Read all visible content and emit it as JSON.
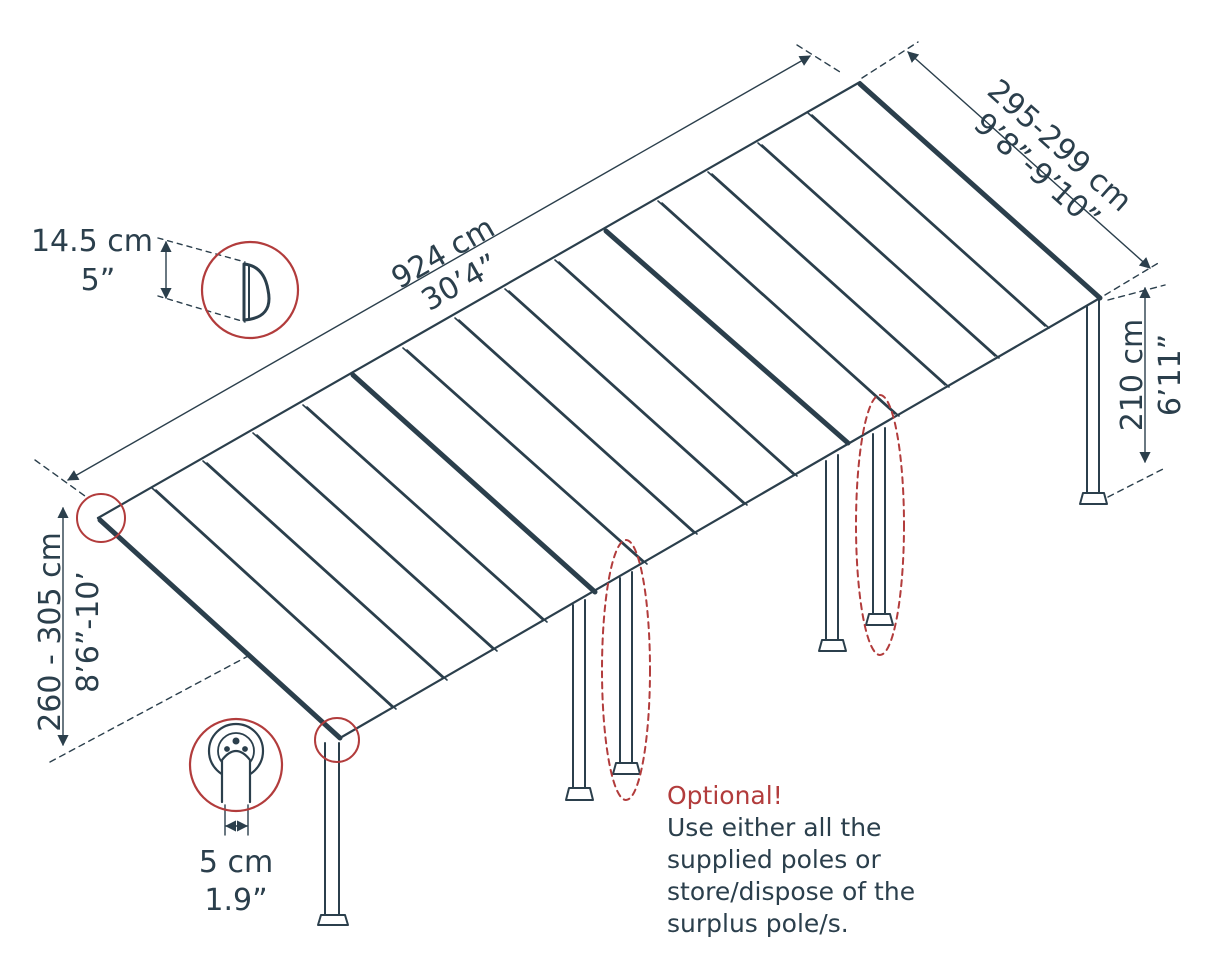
{
  "colors": {
    "line": "#2b3f4c",
    "accent": "#b23c3c"
  },
  "dimensions": {
    "length": {
      "metric": "924 cm",
      "imperial": "30’4”"
    },
    "depth": {
      "metric": "295-299 cm",
      "imperial": "9’8”-9’10”"
    },
    "back_height": {
      "metric": "210 cm",
      "imperial": "6’11”"
    },
    "front_height": {
      "metric": "260 - 305 cm",
      "imperial": "8’6”-10’"
    },
    "gutter": {
      "metric": "14.5 cm",
      "imperial": "5”"
    },
    "pole": {
      "metric": "5 cm",
      "imperial": "1.9”"
    }
  },
  "note": {
    "title": "Optional!",
    "lines": [
      "Use either all the",
      "supplied poles or",
      "store/dispose of the",
      "surplus pole/s."
    ]
  }
}
